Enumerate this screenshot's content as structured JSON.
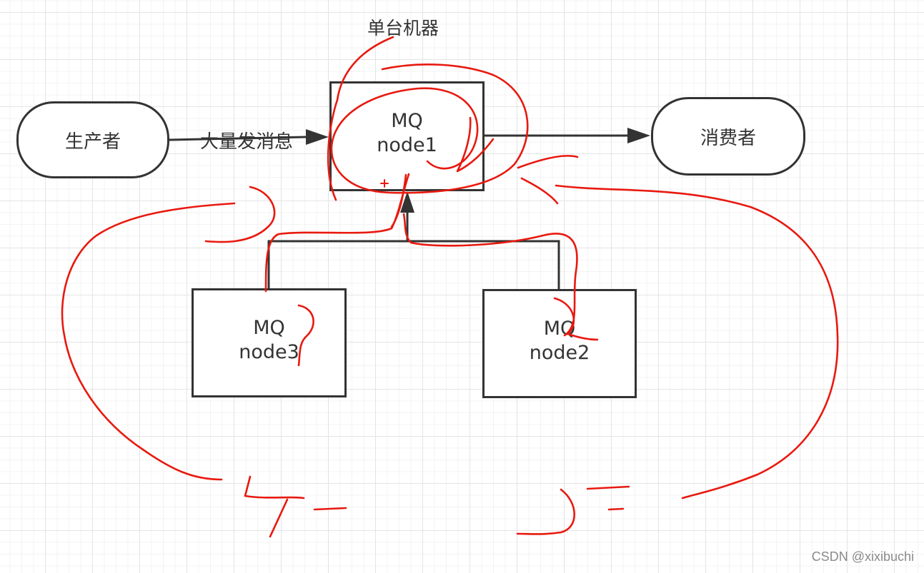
{
  "diagram": {
    "title_annotation": "单台机器",
    "producer": "生产者",
    "consumer": "消费者",
    "send_label": "大量发消息",
    "nodes": [
      {
        "line1": "MQ",
        "line2": "node1"
      },
      {
        "line1": "MQ",
        "line2": "node3"
      },
      {
        "line1": "MQ",
        "line2": "node2"
      }
    ]
  },
  "colors": {
    "line": "#333333",
    "annotation": "#e8190f"
  },
  "watermark": "CSDN @xixibuchi"
}
